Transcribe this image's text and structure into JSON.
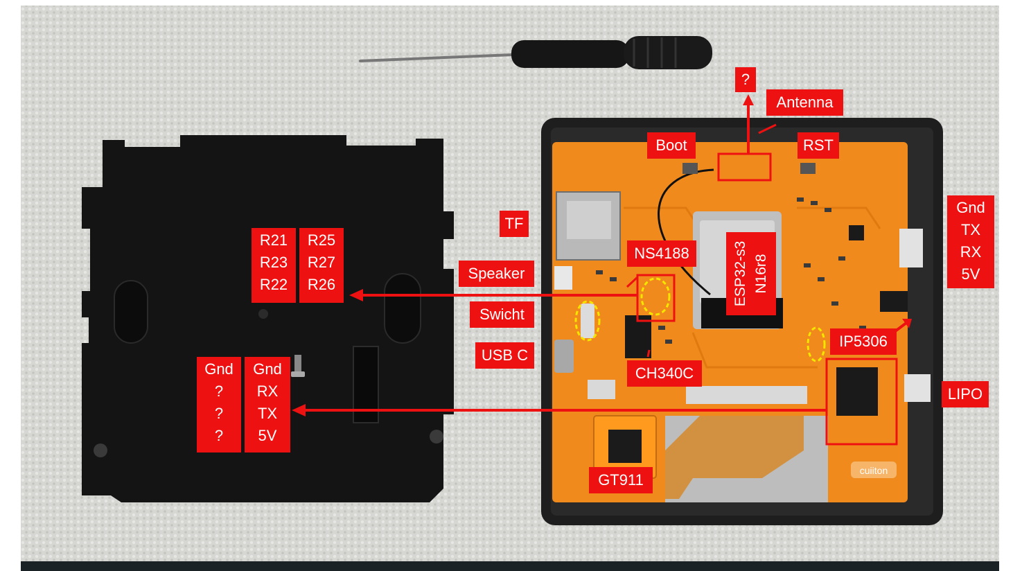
{
  "labels": {
    "unknown_top": "?",
    "antenna": "Antenna",
    "boot": "Boot",
    "rst": "RST",
    "tf": "TF",
    "ns4188": "NS4188",
    "speaker": "Speaker",
    "switch": "Swicht",
    "usb_c": "USB C",
    "ch340c": "CH340C",
    "ip5306": "IP5306",
    "lipo": "LIPO",
    "gt911": "GT911",
    "esp32": [
      "ESP32-s3",
      "N16r8"
    ],
    "uart_right": [
      "Gnd",
      "TX",
      "RX",
      "5V"
    ],
    "resistors_left": [
      "R21",
      "R23",
      "R22"
    ],
    "resistors_right": [
      "R25",
      "R27",
      "R26"
    ],
    "header_left": [
      "Gnd",
      "?",
      "?",
      "?"
    ],
    "header_right": [
      "Gnd",
      "RX",
      "TX",
      "5V"
    ]
  },
  "colors": {
    "label_background": "#ee1111",
    "label_text": "#ffffff",
    "arrow": "#ee1111",
    "highlight_ring": "#f5e600",
    "pcb": "#f08a1c",
    "case": "#1e1e1e"
  },
  "board_marking": "cuiiton"
}
